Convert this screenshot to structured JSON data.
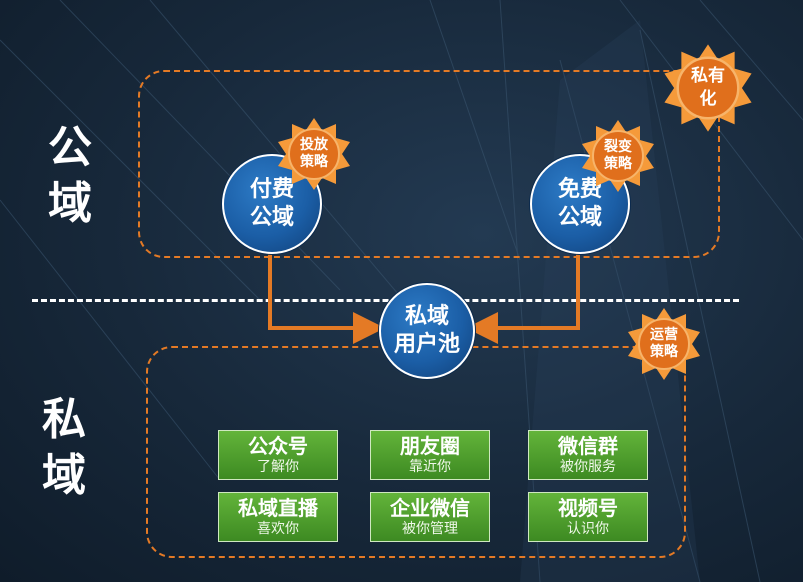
{
  "public_domain": {
    "line1": "公",
    "line2": "域"
  },
  "private_domain": {
    "line1": "私",
    "line2": "域"
  },
  "paid_public": {
    "line1": "付费",
    "line2": "公域"
  },
  "free_public": {
    "line1": "免费",
    "line2": "公域"
  },
  "pool": {
    "line1": "私域",
    "line2": "用户池"
  },
  "badges": {
    "invest": {
      "line1": "投放",
      "line2": "策略"
    },
    "fission": {
      "line1": "裂变",
      "line2": "策略"
    },
    "privatize": {
      "line1": "私有",
      "line2": "化"
    },
    "operate": {
      "line1": "运营",
      "line2": "策略"
    }
  },
  "channels": [
    {
      "title": "公众号",
      "sub": "了解你"
    },
    {
      "title": "朋友圈",
      "sub": "靠近你"
    },
    {
      "title": "微信群",
      "sub": "被你服务"
    },
    {
      "title": "私域直播",
      "sub": "喜欢你"
    },
    {
      "title": "企业微信",
      "sub": "被你管理"
    },
    {
      "title": "视频号",
      "sub": "认识你"
    }
  ],
  "colors": {
    "accent_orange": "#e47a25",
    "circle_blue": "#1b5ea6",
    "box_green": "#4c9b2c",
    "background": "#17283a"
  }
}
